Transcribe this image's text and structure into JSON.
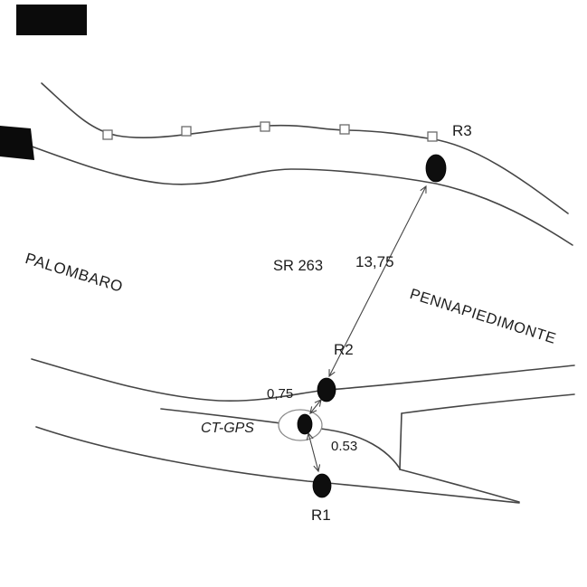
{
  "figure": {
    "region_labels": {
      "left_place": "PALOMBARO",
      "right_place": "PENNAPIEDIMONTE",
      "road_name": "SR 263"
    },
    "station": {
      "label": "CT-GPS"
    },
    "markers": {
      "r1": "R1",
      "r2": "R2",
      "r3": "R3"
    },
    "distances": {
      "r2_to_r3": "13,75",
      "station_to_r2": "0,75",
      "station_to_r1": "0.53"
    },
    "survey_square_count": 5,
    "colors": {
      "line": "#454545",
      "text": "#1c1c1c",
      "marker_fill": "#0e0e0e",
      "black_bar": "#0b0b0b",
      "background": "#ffffff"
    }
  }
}
